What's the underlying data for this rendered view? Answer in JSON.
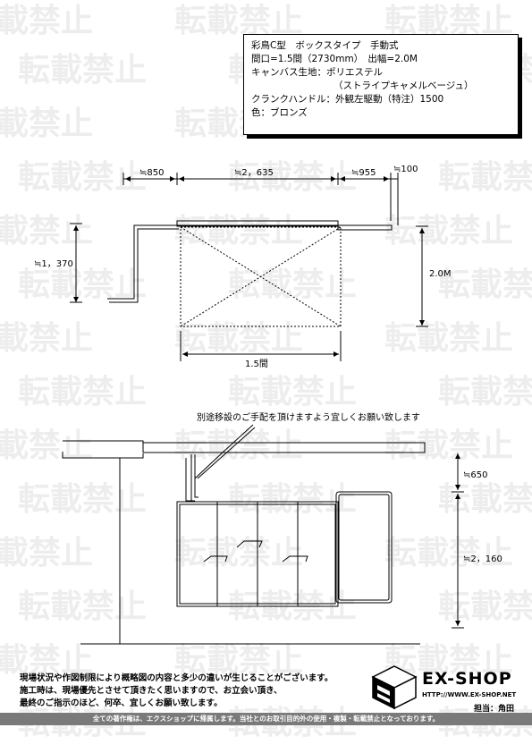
{
  "watermark": "転載禁止",
  "spec": {
    "line1": "彩鳥C型　ボックスタイプ　手動式",
    "line2": "間口=1.5間（2730mm）　出幅=2.0M",
    "line3": "キャンバス生地：ポリエステル",
    "line4": "（ストライプキャメルベージュ）",
    "line5": "クランクハンドル：外観左駆動（特注）1500",
    "line6": "色：ブロンズ"
  },
  "plan_dims": {
    "left": "≒850",
    "center": "≒2，635",
    "right": "≒955",
    "tip": "≒100",
    "height": "≒1，370",
    "depth": "2.0M",
    "width": "1.5間"
  },
  "elevation": {
    "note": "別途移設のご手配を頂けますよう宜しくお願い致します",
    "dim_top": "≒650",
    "dim_bottom": "≒2，160"
  },
  "footer": {
    "note1": "現場状況や作図制限により概略図の内容と多少の違いが生じることがございます。",
    "note2": "施工時は、現場優先とさせて頂きたく思いますので、お立会い頂き、",
    "note3": "最終のご指示のほど、何卒、宜しくお願い致します。",
    "logo_name": "EX-SHOP",
    "logo_url": "HTTP://WWW.EX-SHOP.NET",
    "person": "担当：角田",
    "copyright": "全ての著作権は、エクスショップに帰属します。当社とのお取引目的外の使用・複製・転載禁止となっております。"
  }
}
